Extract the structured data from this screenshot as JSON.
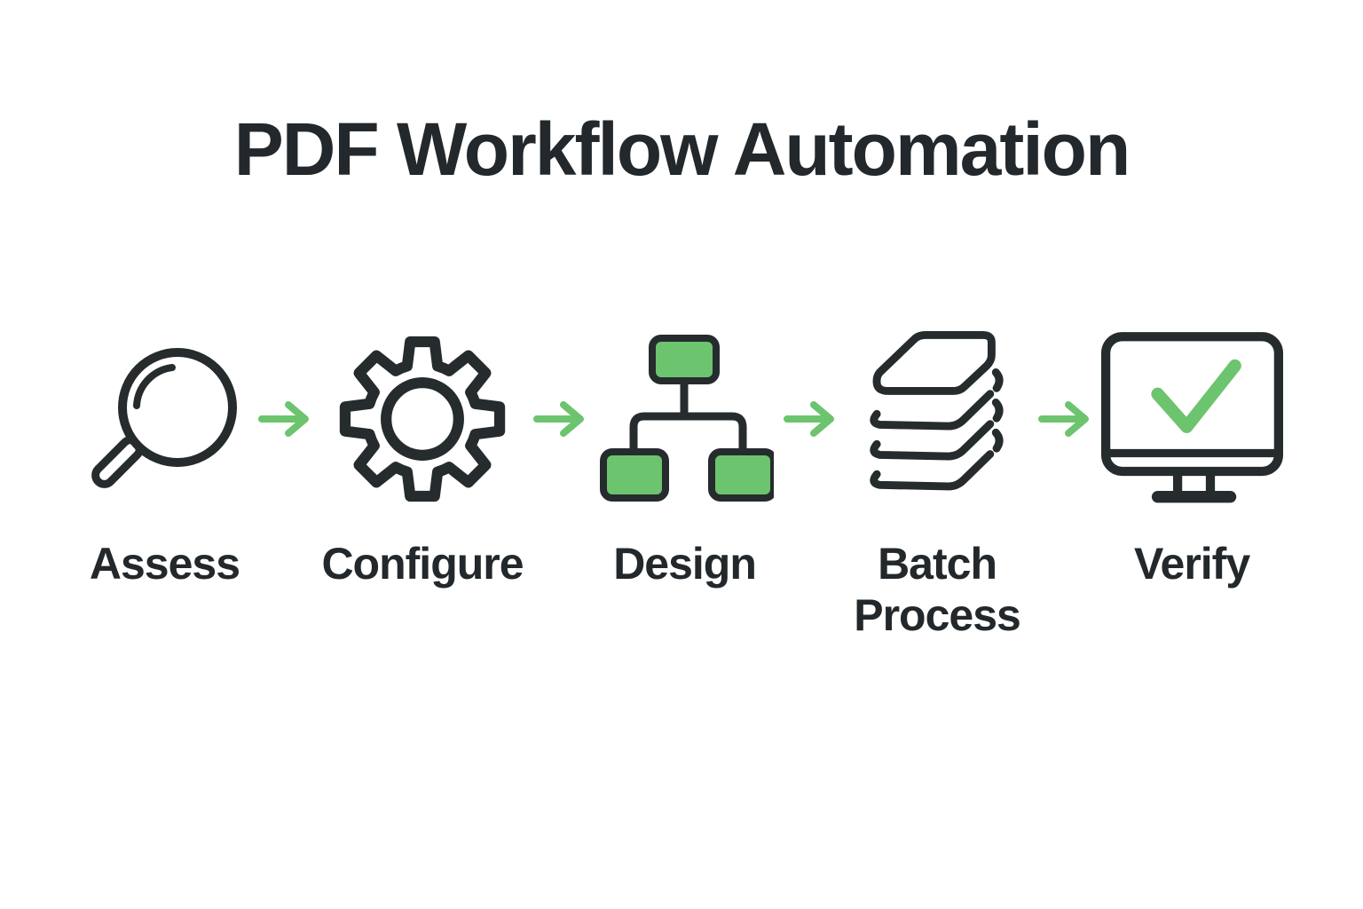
{
  "title": "PDF Workflow Automation",
  "colors": {
    "ink": "#262b2d",
    "green": "#6cc46e",
    "background": "#ffffff",
    "title_ink": "#22282b"
  },
  "steps": [
    {
      "label": "Assess",
      "icon": "magnifier-icon"
    },
    {
      "label": "Configure",
      "icon": "gear-icon"
    },
    {
      "label": "Design",
      "icon": "flowchart-icon"
    },
    {
      "label": "Batch Process",
      "icon": "layers-icon"
    },
    {
      "label": "Verify",
      "icon": "monitor-check-icon"
    }
  ],
  "connector": {
    "icon": "arrow-right-icon",
    "count": 4
  }
}
